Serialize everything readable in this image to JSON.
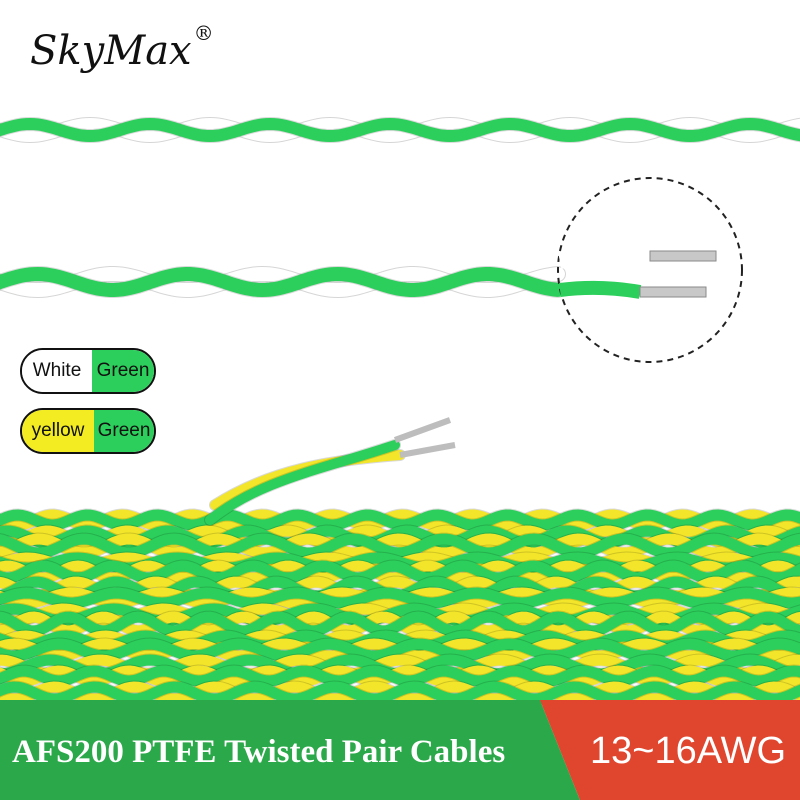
{
  "brand": {
    "name": "SkyMax",
    "mark": "®"
  },
  "legend": [
    {
      "left": "White",
      "right": "Green",
      "left_color": "#ffffff",
      "right_color": "#2ccf5b"
    },
    {
      "left": "yellow",
      "right": "Green",
      "left_color": "#f3ec22",
      "right_color": "#2ccf5b"
    }
  ],
  "banner": {
    "title": "AFS200 PTFE Twisted Pair Cables",
    "gauge": "13~16AWG",
    "green": "#2aa84a",
    "red": "#e0452e"
  },
  "colors": {
    "green": "#2ccf5b",
    "yellow": "#f2e52a",
    "white": "#ffffff"
  }
}
